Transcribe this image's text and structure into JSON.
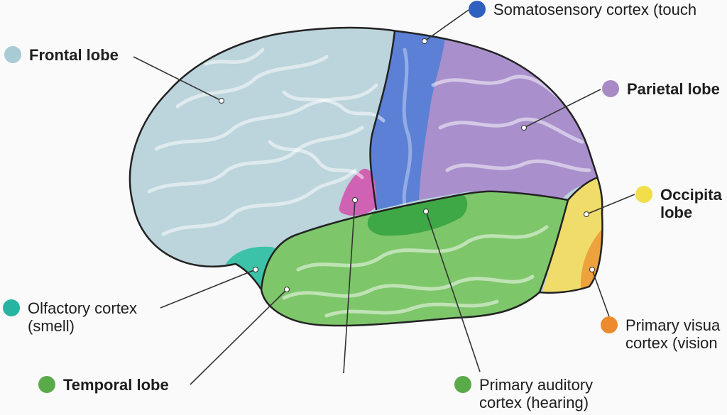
{
  "labels": {
    "frontal": {
      "line1": "Frontal lobe",
      "color": "#a9cbd6"
    },
    "somatosensory": {
      "line1": "Somatosensory cortex (touch",
      "color": "#2f5fbf"
    },
    "parietal": {
      "line1": "Parietal lobe",
      "color": "#a88ac4"
    },
    "occipital": {
      "line1": "Occipita",
      "line2": "lobe",
      "color": "#f2de4a"
    },
    "olfactory": {
      "line1": "Olfactory cortex",
      "line2": "(smell)",
      "color": "#27b4a0"
    },
    "visual": {
      "line1": "Primary visua",
      "line2": "cortex (vision",
      "color": "#ee8a2e"
    },
    "temporal": {
      "line1": "Temporal lobe",
      "color": "#5aaa4a"
    },
    "auditory": {
      "line1": "Primary auditory",
      "line2": "cortex (hearing)",
      "color": "#5aaa4a"
    }
  },
  "region_colors": {
    "frontal": "#bcd4dc",
    "somatosensory": "#5b80d6",
    "parietal": "#a990cc",
    "temporal": "#7ec66a",
    "occipital": "#f0dc6a",
    "visual": "#eda23e",
    "olfactory": "#3cc2a8",
    "insula": "#d062b4",
    "auditory": "#3da845"
  }
}
